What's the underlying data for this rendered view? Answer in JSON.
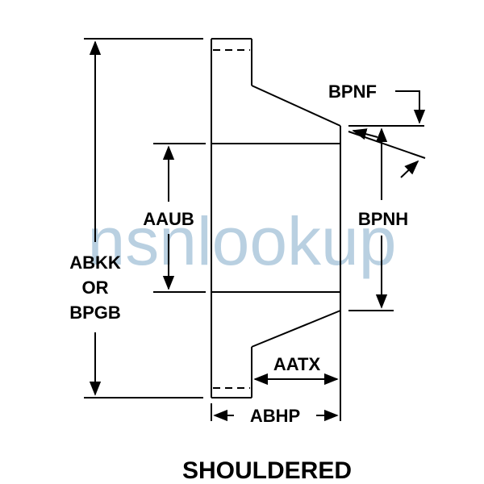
{
  "watermark": {
    "text": "nsnlookup",
    "color": "#7fa9c8"
  },
  "labels": {
    "abkk_line1": "ABKK",
    "abkk_line2": "OR",
    "abkk_line3": "BPGB",
    "aaub": "AAUB",
    "bpnf": "BPNF",
    "bpnh": "BPNH",
    "aatx": "AATX",
    "abhp": "ABHP"
  },
  "caption": "SHOULDERED",
  "colors": {
    "line": "#000000",
    "background": "#ffffff"
  }
}
